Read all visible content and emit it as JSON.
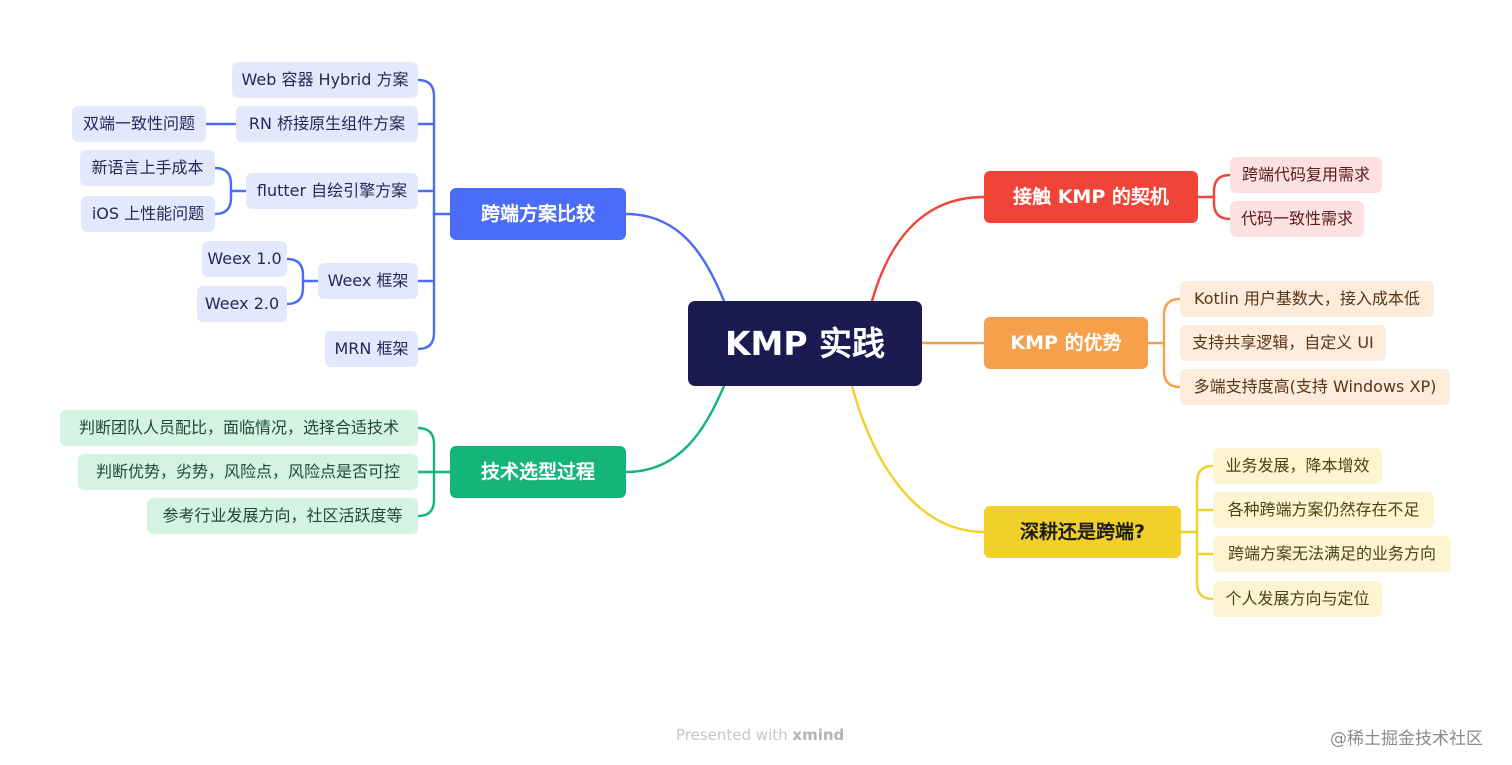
{
  "colors": {
    "root": "#1b1b52",
    "blue": "#4b6cf7",
    "green": "#14b47a",
    "red": "#f04438",
    "orange": "#f7a04b",
    "yellow": "#f2d02a"
  },
  "root": {
    "label": "KMP 实践"
  },
  "left": {
    "compare": {
      "label": "跨端方案比较",
      "items": {
        "web": "Web 容器 Hybrid 方案",
        "rn": "RN 桥接原生组件方案",
        "rn_sub": "双端一致性问题",
        "flutter": "flutter 自绘引擎方案",
        "flutter_sub1": "新语言上手成本",
        "flutter_sub2": "iOS 上性能问题",
        "weex": "Weex 框架",
        "weex_sub1": "Weex 1.0",
        "weex_sub2": "Weex 2.0",
        "mrn": "MRN 框架"
      }
    },
    "selection": {
      "label": "技术选型过程",
      "items": [
        "判断团队人员配比，面临情况，选择合适技术",
        "判断优势，劣势，风险点，风险点是否可控",
        "参考行业发展方向，社区活跃度等"
      ]
    }
  },
  "right": {
    "contact": {
      "label": "接触 KMP 的契机",
      "items": [
        "跨端代码复用需求",
        "代码一致性需求"
      ]
    },
    "advantage": {
      "label": "KMP 的优势",
      "items": [
        "Kotlin 用户基数大，接入成本低",
        "支持共享逻辑，自定义 UI",
        "多端支持度高(支持 Windows XP)"
      ]
    },
    "deep": {
      "label": "深耕还是跨端?",
      "items": [
        "业务发展，降本增效",
        "各种跨端方案仍然存在不足",
        "跨端方案无法满足的业务方向",
        "个人发展方向与定位"
      ]
    }
  },
  "footer": {
    "prefix": "Presented with ",
    "brand": "xmind"
  },
  "watermark": "@稀土掘金技术社区"
}
